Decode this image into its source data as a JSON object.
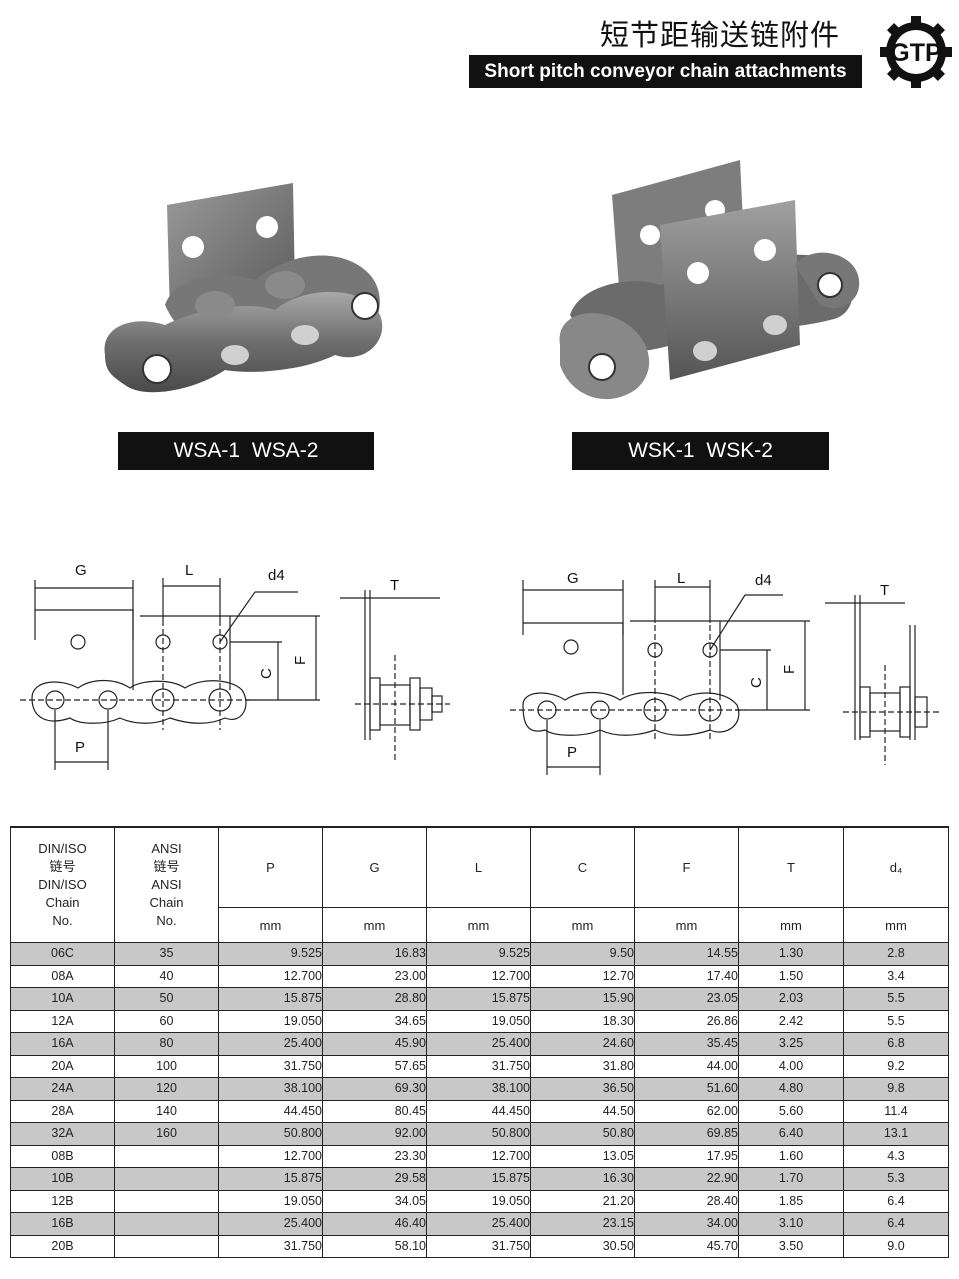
{
  "header": {
    "title_cn": "短节距输送链附件",
    "title_en": "Short pitch conveyor chain attachments",
    "logo_text": "GTP"
  },
  "products": [
    {
      "label": "WSA-1  WSA-2"
    },
    {
      "label": "WSK-1  WSK-2"
    }
  ],
  "diagram_labels": {
    "G": "G",
    "L": "L",
    "d4": "d4",
    "T": "T",
    "C": "C",
    "F": "F",
    "P": "P"
  },
  "table": {
    "header": {
      "din_lines": [
        "DIN/ISO",
        "链号",
        "DIN/ISO",
        "Chain",
        "No."
      ],
      "ansi_lines": [
        "ANSI",
        "链号",
        "ANSI",
        "Chain",
        "No."
      ],
      "columns": [
        "P",
        "G",
        "L",
        "C",
        "F",
        "T",
        "d₄"
      ],
      "units": [
        "mm",
        "mm",
        "mm",
        "mm",
        "mm",
        "mm",
        "mm"
      ]
    },
    "rows": [
      [
        "06C",
        "35",
        "9.525",
        "16.83",
        "9.525",
        "9.50",
        "14.55",
        "1.30",
        "2.8"
      ],
      [
        "08A",
        "40",
        "12.700",
        "23.00",
        "12.700",
        "12.70",
        "17.40",
        "1.50",
        "3.4"
      ],
      [
        "10A",
        "50",
        "15.875",
        "28.80",
        "15.875",
        "15.90",
        "23.05",
        "2.03",
        "5.5"
      ],
      [
        "12A",
        "60",
        "19.050",
        "34.65",
        "19.050",
        "18.30",
        "26.86",
        "2.42",
        "5.5"
      ],
      [
        "16A",
        "80",
        "25.400",
        "45.90",
        "25.400",
        "24.60",
        "35.45",
        "3.25",
        "6.8"
      ],
      [
        "20A",
        "100",
        "31.750",
        "57.65",
        "31.750",
        "31.80",
        "44.00",
        "4.00",
        "9.2"
      ],
      [
        "24A",
        "120",
        "38.100",
        "69.30",
        "38.100",
        "36.50",
        "51.60",
        "4.80",
        "9.8"
      ],
      [
        "28A",
        "140",
        "44.450",
        "80.45",
        "44.450",
        "44.50",
        "62.00",
        "5.60",
        "11.4"
      ],
      [
        "32A",
        "160",
        "50.800",
        "92.00",
        "50.800",
        "50.80",
        "69.85",
        "6.40",
        "13.1"
      ],
      [
        "08B",
        "",
        "12.700",
        "23.30",
        "12.700",
        "13.05",
        "17.95",
        "1.60",
        "4.3"
      ],
      [
        "10B",
        "",
        "15.875",
        "29.58",
        "15.875",
        "16.30",
        "22.90",
        "1.70",
        "5.3"
      ],
      [
        "12B",
        "",
        "19.050",
        "34.05",
        "19.050",
        "21.20",
        "28.40",
        "1.85",
        "6.4"
      ],
      [
        "16B",
        "",
        "25.400",
        "46.40",
        "25.400",
        "23.15",
        "34.00",
        "3.10",
        "6.4"
      ],
      [
        "20B",
        "",
        "31.750",
        "58.10",
        "31.750",
        "30.50",
        "45.70",
        "3.50",
        "9.0"
      ]
    ]
  }
}
